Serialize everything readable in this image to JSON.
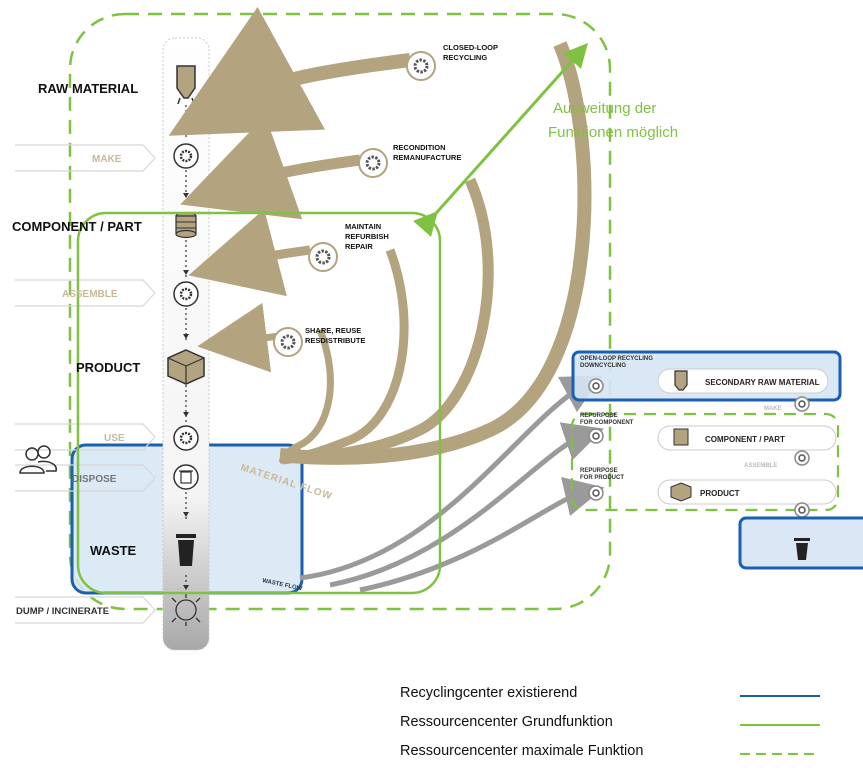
{
  "stages": {
    "raw_material": "RAW MATERIAL",
    "component_part": "COMPONENT / PART",
    "product": "PRODUCT",
    "waste": "WASTE"
  },
  "processes": {
    "make": "MAKE",
    "assemble": "ASSEMBLE",
    "use": "USE",
    "dispose": "DISPOSE",
    "dump": "DUMP / INCINERATE"
  },
  "loops": {
    "closed_loop_1": "CLOSED-LOOP",
    "closed_loop_2": "RECYCLING",
    "recondition_1": "RECONDITION",
    "recondition_2": "REMANUFACTURE",
    "maintain_1": "MAINTAIN",
    "maintain_2": "REFURBISH",
    "maintain_3": "REPAIR",
    "share_1": "SHARE, REUSE",
    "share_2": "RESDISTRIBUTE"
  },
  "flows": {
    "material_flow": "MATERIAL FLOW",
    "waste_flow": "WASTE FLOW"
  },
  "annotation": {
    "line1": "Ausweitung der",
    "line2": "Funktionen möglich"
  },
  "right_panel": {
    "open_loop_1": "OPEN-LOOP RECYCLING",
    "open_loop_2": "DOWNCYCLING",
    "secondary_raw": "SECONDARY RAW MATERIAL",
    "make": "MAKE",
    "repurpose_component_1": "REPURPOSE",
    "repurpose_component_2": "FOR COMPONENT",
    "component_part": "COMPONENT / PART",
    "assemble": "ASSEMBLE",
    "repurpose_product_1": "REPURPOSE",
    "repurpose_product_2": "FOR PRODUCT",
    "product": "PRODUCT"
  },
  "legend": {
    "existing": "Recyclingcenter existierend",
    "basic": "Ressourcencenter Grundfunktion",
    "maximal": "Ressourcencenter maximale Funktion"
  },
  "colors": {
    "blue": "#1a5fb4",
    "green": "#7fc241",
    "tan": "#b3a37f",
    "blue_fill": "#d6e6f5"
  }
}
